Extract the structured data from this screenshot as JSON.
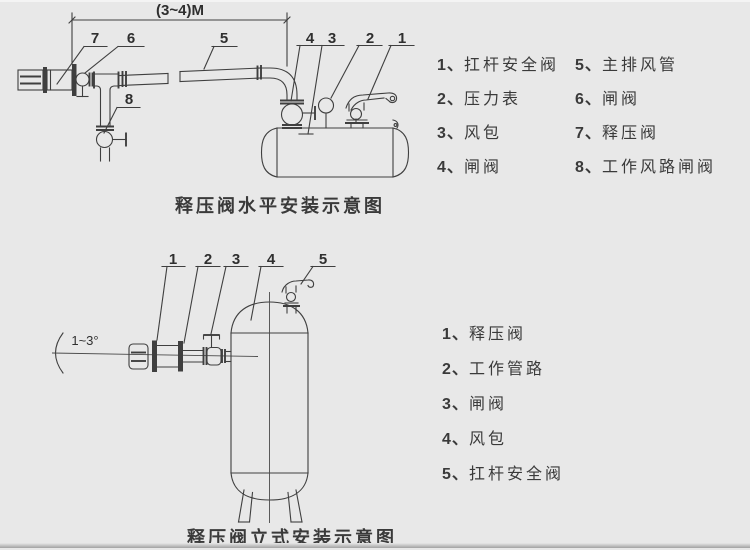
{
  "colors": {
    "background": "#e8e8e8",
    "line": "#3f3f3f",
    "text": "#2f2f2f"
  },
  "top_diagram": {
    "dimension_label": "(3~4)M",
    "callouts": [
      "7",
      "6",
      "5",
      "8",
      "4",
      "3",
      "2",
      "1"
    ],
    "caption": "释压阀水平安装示意图",
    "legend": {
      "col1": [
        {
          "num": "1、",
          "label": "扛杆安全阀"
        },
        {
          "num": "2、",
          "label": "压力表"
        },
        {
          "num": "3、",
          "label": "风包"
        },
        {
          "num": "4、",
          "label": "闸阀"
        }
      ],
      "col2": [
        {
          "num": "5、",
          "label": "主排风管"
        },
        {
          "num": "6、",
          "label": "闸阀"
        },
        {
          "num": "7、",
          "label": "释压阀"
        },
        {
          "num": "8、",
          "label": "工作风路闸阀"
        }
      ]
    }
  },
  "bottom_diagram": {
    "angle_label": "1~3°",
    "callouts": [
      "1",
      "2",
      "3",
      "4",
      "5"
    ],
    "caption": "释压阀立式安装示意图",
    "legend": [
      {
        "num": "1、",
        "label": "释压阀"
      },
      {
        "num": "2、",
        "label": "工作管路"
      },
      {
        "num": "3、",
        "label": "闸阀"
      },
      {
        "num": "4、",
        "label": "风包"
      },
      {
        "num": "5、",
        "label": "扛杆安全阀"
      }
    ]
  }
}
